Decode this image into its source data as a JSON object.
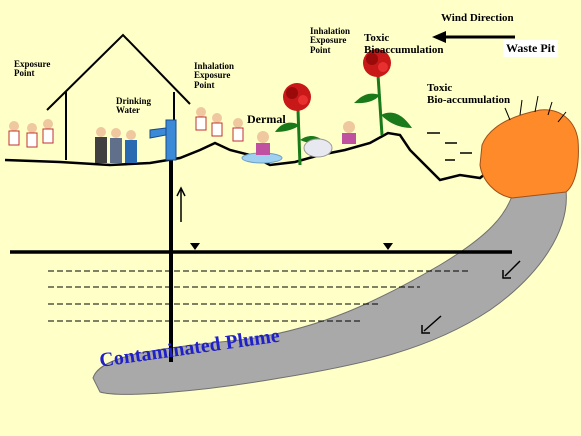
{
  "labels": {
    "exposure_point_left": [
      "Exposure",
      "Point"
    ],
    "drinking_water": [
      "Drinking",
      "Water"
    ],
    "inhalation_exposure_point_mid": [
      "Inhalation",
      "Exposure",
      "Point"
    ],
    "inhalation_exposure_point_top": [
      "Inhalation",
      "Exposure",
      "Point"
    ],
    "dermal": "Dermal",
    "toxic_bioaccumulation_top": [
      "Toxic",
      "Bioaccumulation"
    ],
    "toxic_bioaccumulation_right": [
      "Toxic",
      "Bio-accumulation"
    ],
    "wind_direction": "Wind Direction",
    "waste_pit": "Waste Pit",
    "contaminated_plume": "Contaminated Plume"
  },
  "colors": {
    "background": "#ffffc8",
    "plume": "#a9a9a9",
    "waste_pit": "#ff8a2a",
    "plume_text": "#2020c8",
    "rose": "#c81818",
    "stem": "#1a7a1a"
  }
}
